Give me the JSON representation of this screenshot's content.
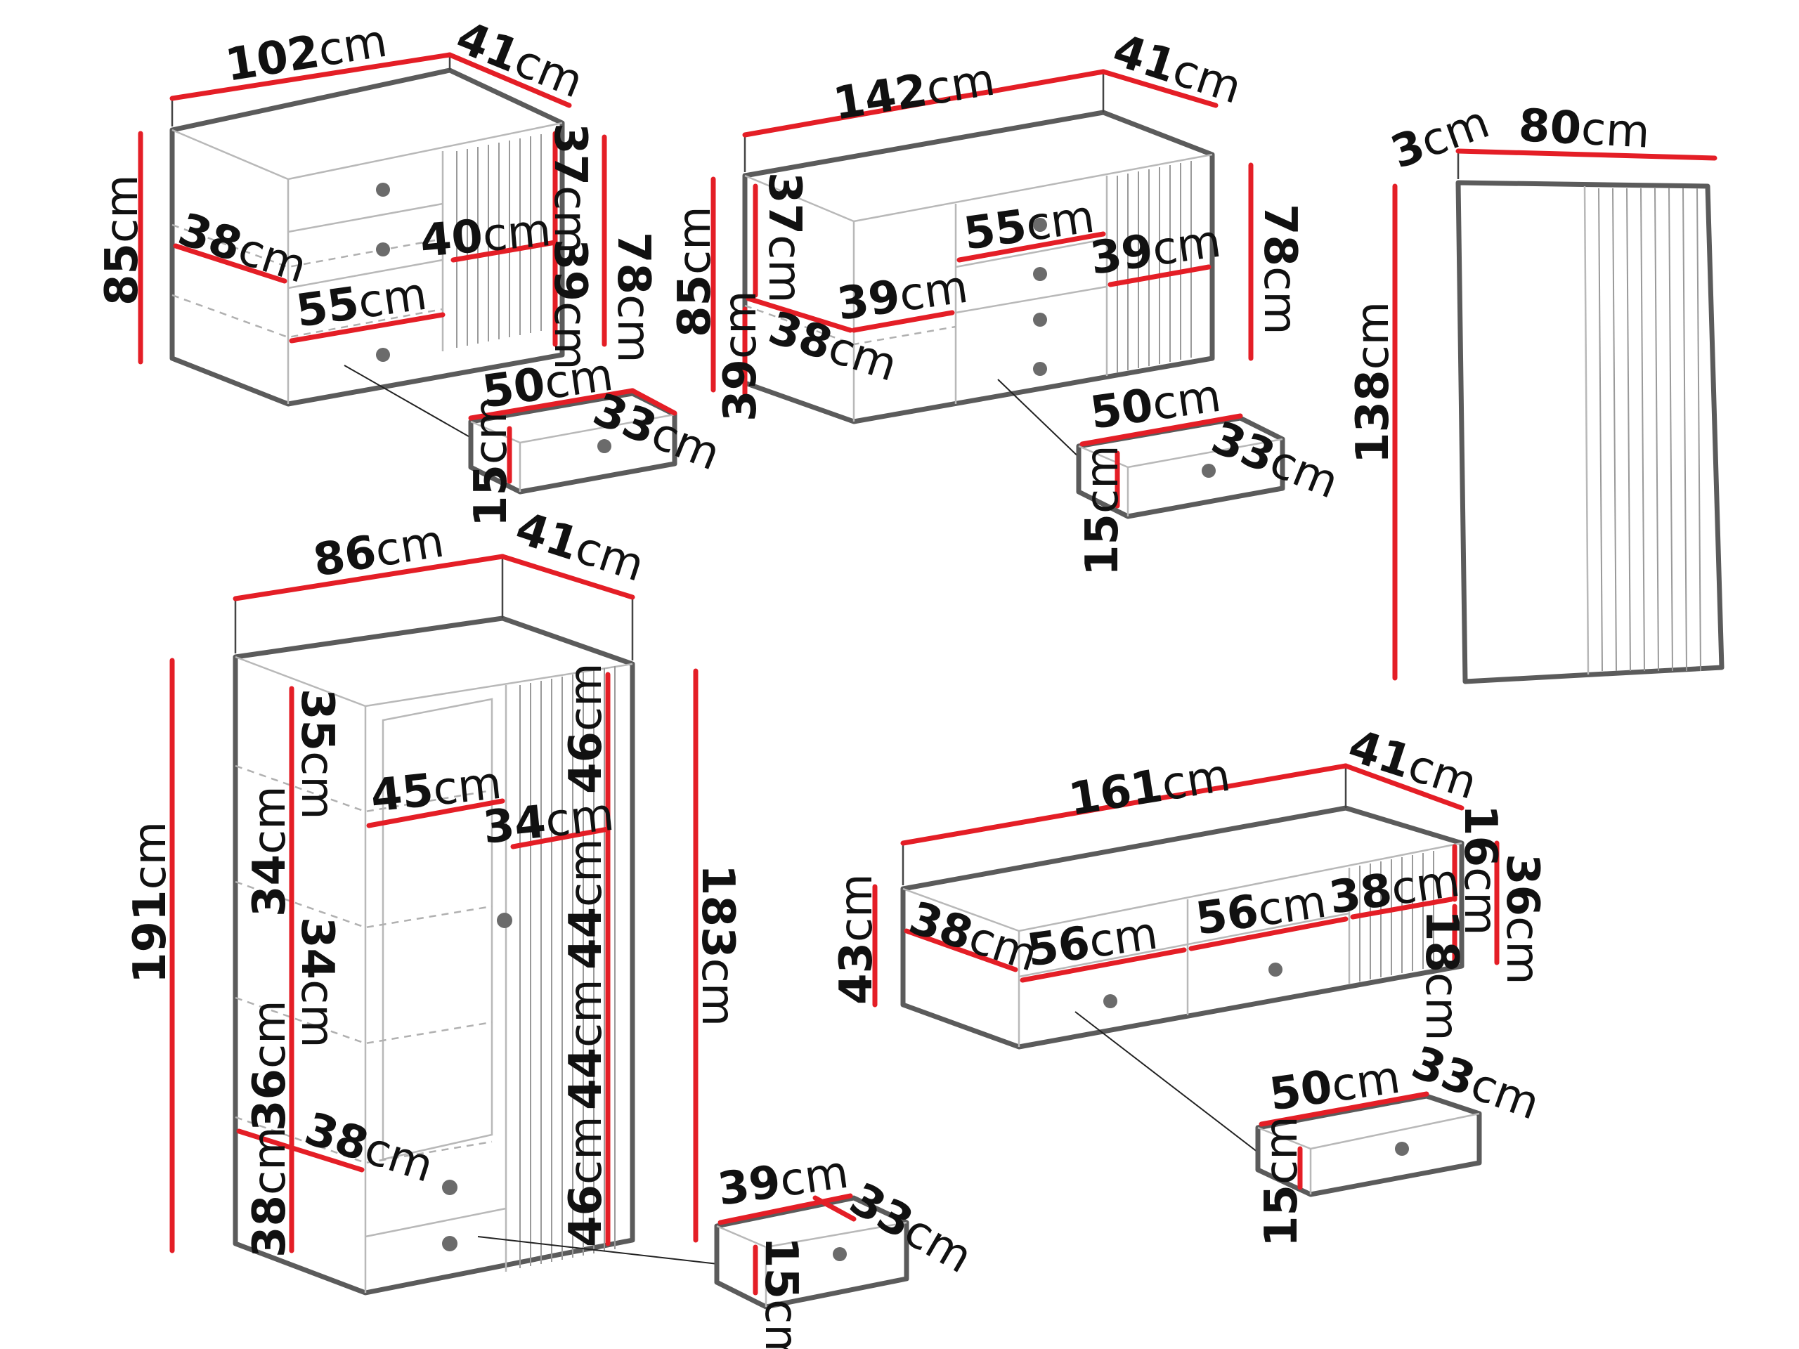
{
  "units": "cm",
  "colors": {
    "dimension": "#e41e26",
    "outline": "#5b5b5b",
    "text": "#111111"
  },
  "chest_102": {
    "width": "102",
    "depth": "41",
    "height": "85",
    "inner_height": "78",
    "top_drawer_h": "37",
    "mid_drawer_h": "39",
    "shelf_depth": "38",
    "shelf_w": "40",
    "drawer_w": "55",
    "drawer": {
      "width": "50",
      "depth": "33",
      "height": "15"
    }
  },
  "sideboard_142": {
    "width": "142",
    "depth": "41",
    "height": "85",
    "inner_height": "78",
    "top_h": "37",
    "bottom_h": "39",
    "shelf_depth": "38",
    "left_w": "39",
    "drawer_w": "55",
    "right_w": "39",
    "drawer": {
      "width": "50",
      "depth": "33",
      "height": "15"
    }
  },
  "mirror": {
    "width": "80",
    "thickness": "3",
    "height": "138"
  },
  "cabinet_86": {
    "width": "86",
    "depth": "41",
    "height": "191",
    "inner_height": "183",
    "left_sections": [
      "35",
      "34",
      "34",
      "36",
      "38"
    ],
    "right_sections": [
      "46",
      "44",
      "44",
      "46"
    ],
    "glass_w": "45",
    "right_w": "34",
    "shelf_depth": "38",
    "drawer": {
      "width": "39",
      "depth": "33",
      "height": "15"
    }
  },
  "tv_161": {
    "width": "161",
    "depth": "41",
    "height": "43",
    "right_h": "36",
    "top_h": "16",
    "bottom_h": "18",
    "shelf_depth": "38",
    "drawer1_w": "56",
    "drawer2_w": "56",
    "right_w": "38",
    "drawer": {
      "width": "50",
      "depth": "33",
      "height": "15"
    }
  }
}
